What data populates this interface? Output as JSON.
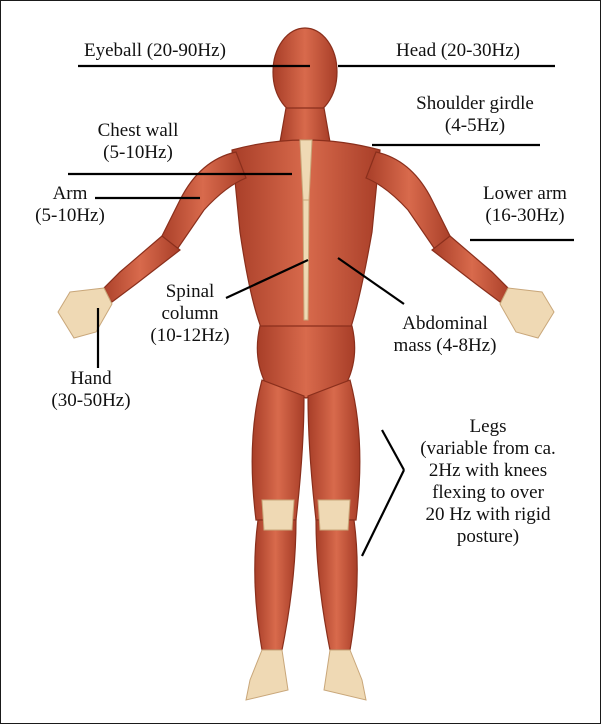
{
  "labels": {
    "eyeball": "Eyeball (20-90Hz)",
    "head": "Head (20-30Hz)",
    "shoulder_girdle": "Shoulder girdle\n(4-5Hz)",
    "chest_wall": "Chest wall\n(5-10Hz)",
    "arm": "Arm\n(5-10Hz)",
    "lower_arm": "Lower arm\n(16-30Hz)",
    "spinal_column": "Spinal\ncolumn\n(10-12Hz)",
    "abdominal_mass": "Abdominal\nmass (4-8Hz)",
    "hand": "Hand\n(30-50Hz)",
    "legs": "Legs\n(variable from ca.\n2Hz with knees\nflexing to over\n20 Hz with rigid\nposture)"
  },
  "colors": {
    "muscle": "#c8553a",
    "muscle_dark": "#a23a25",
    "muscle_light": "#e07a5c",
    "tendon": "#efd9b4",
    "line": "#000000",
    "text": "#111111"
  }
}
